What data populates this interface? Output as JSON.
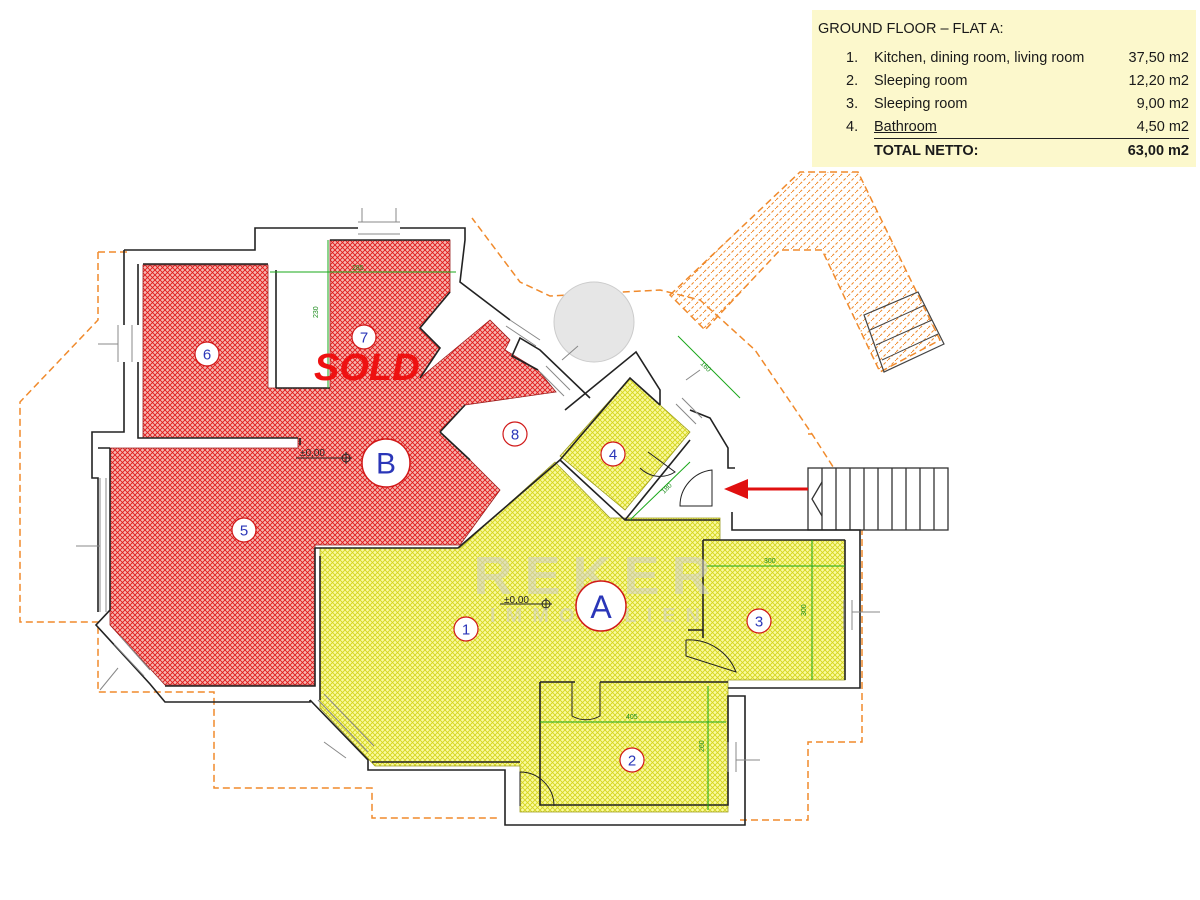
{
  "legend": {
    "title": "GROUND FLOOR – FLAT A:",
    "rooms": [
      {
        "num": "1.",
        "name": "Kitchen, dining room, living room",
        "area": "37,50 m2"
      },
      {
        "num": "2.",
        "name": "Sleeping room",
        "area": "12,20 m2"
      },
      {
        "num": "3.",
        "name": "Sleeping room",
        "area": "9,00 m2"
      },
      {
        "num": "4.",
        "name": "Bathroom",
        "area": "4,50 m2"
      }
    ],
    "total_label": "TOTAL NETTO:",
    "total_area": "63,00 m2"
  },
  "plan": {
    "sold_label": "SOLD",
    "flat_a_label": "A",
    "flat_b_label": "B",
    "level_a": "±0,00",
    "level_b": "±0,00",
    "room_numbers": {
      "r1": "1",
      "r2": "2",
      "r3": "3",
      "r4": "4",
      "r5": "5",
      "r6": "6",
      "r7": "7",
      "r8": "8"
    },
    "dimensions": {
      "d1": "160",
      "d2": "300",
      "d3": "300",
      "d4": "405",
      "d5": "260",
      "d6": "285",
      "d7": "230",
      "d8": "180"
    },
    "watermark_main": "REKER",
    "watermark_sub": "IMMOBILIEN"
  },
  "colors": {
    "sold_fill": "#ee2a2a",
    "available_fill": "#f5f25a",
    "outline": "#f08a2c",
    "entrance_arrow": "#e01010"
  }
}
